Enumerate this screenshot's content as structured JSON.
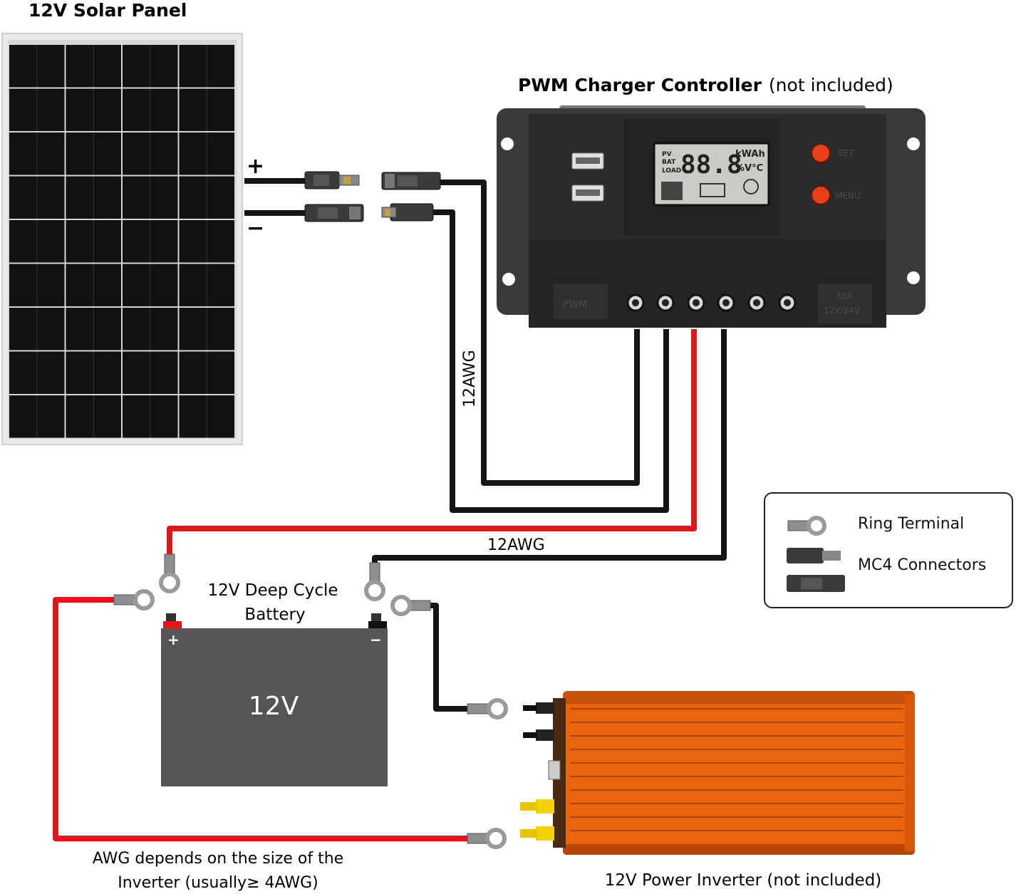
{
  "panel": {
    "title": "12V Solar Panel",
    "plus": "+",
    "minus": "−"
  },
  "controller": {
    "title_bold": "PWM Charger Controller",
    "title_rest": "(not included)",
    "lcd_pv": "PV",
    "lcd_bat": "BAT",
    "lcd_load": "LOAD",
    "lcd_digits": "88.8",
    "lcd_units_top": "kWAh",
    "lcd_units_bottom": "%V°C",
    "btn_set": "SET",
    "btn_menu": "MENU",
    "badge_left": "PWM",
    "badge_right_top": "30A",
    "badge_right_bottom": "12V/24V"
  },
  "wire_labels": {
    "vertical": "12AWG",
    "horizontal": "12AWG"
  },
  "battery": {
    "title_line1": "12V Deep Cycle",
    "title_line2": "Battery",
    "voltage": "12V",
    "plus": "+",
    "minus": "−"
  },
  "inverter": {
    "caption": "12V Power Inverter (not included)"
  },
  "note": {
    "line1": "AWG depends on the size of the",
    "line2": "Inverter (usually≥ 4AWG)"
  },
  "legend": {
    "ring": "Ring Terminal",
    "mc4": "MC4 Connectors"
  },
  "colors": {
    "red_wire": "#e4141a",
    "black_wire": "#151515",
    "inverter": "#e8640f",
    "battery": "#555555",
    "panel_cell": "#111111",
    "controller": "#2b2b2c"
  }
}
